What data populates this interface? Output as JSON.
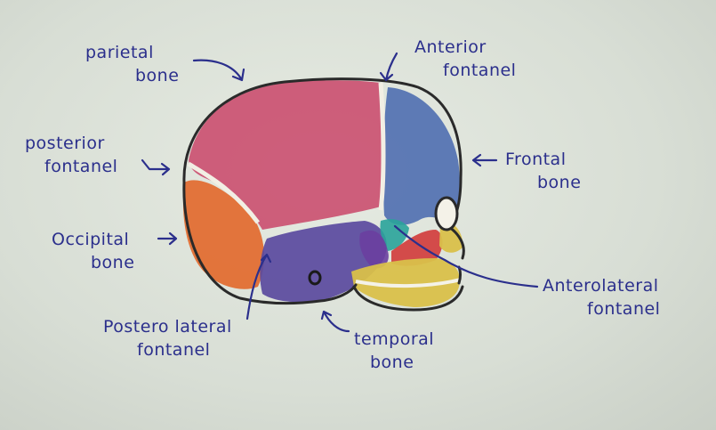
{
  "labels": {
    "parietal": [
      "parietal",
      "bone"
    ],
    "anterior_fontanel": [
      "Anterior",
      "fontanel"
    ],
    "posterior_fontanel": [
      "posterior",
      "fontanel"
    ],
    "frontal": [
      "Frontal",
      "bone"
    ],
    "occipital": [
      "Occipital",
      "bone"
    ],
    "anterolateral_fontanel": [
      "Anterolateral",
      "fontanel"
    ],
    "posterolateral_fontanel": [
      "Postero lateral",
      "fontanel"
    ],
    "temporal": [
      "temporal",
      "bone"
    ]
  },
  "colors": {
    "ink": "#2b2f8c",
    "outline": "#2a2a2a",
    "parietal": "#c94a6c",
    "frontal": "#4f6eb0",
    "occipital": "#e26a2e",
    "temporal": "#5a4a9e",
    "jaw": "#d9c04a",
    "teal": "#2aa39a",
    "red": "#d23a3a",
    "paper": "#d9dfd6"
  }
}
